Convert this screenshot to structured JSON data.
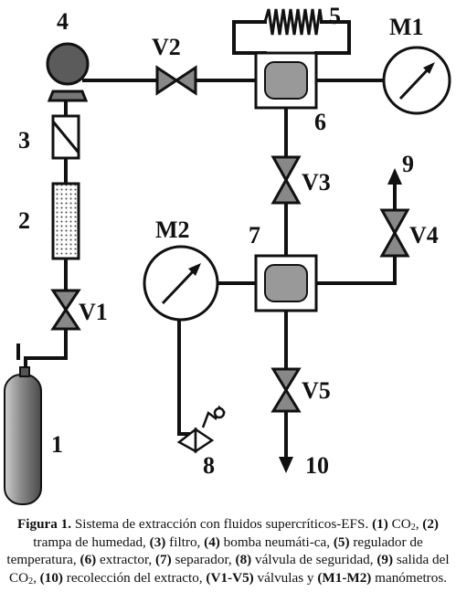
{
  "diagram": {
    "labels": {
      "n1": "1",
      "n2": "2",
      "n3": "3",
      "n4": "4",
      "n5": "5",
      "n6": "6",
      "n7": "7",
      "n8": "8",
      "n9": "9",
      "n10": "10",
      "v1": "V1",
      "v2": "V2",
      "v3": "V3",
      "v4": "V4",
      "v5": "V5",
      "m1": "M1",
      "m2": "M2"
    }
  },
  "caption": {
    "prefix": "Figura 1.",
    "text1": " Sistema de extracción con fluidos supercríticos-EFS.",
    "i1": "(1)",
    "t1a": " CO",
    "t1sub": "2",
    "t1b": ", ",
    "i2": "(2)",
    "t2": " trampa de humedad, ",
    "i3": "(3)",
    "t3": " filtro, ",
    "i4": "(4)",
    "t4": " bomba neumáti-ca, ",
    "i5": "(5)",
    "t5": " regulador de temperatura, ",
    "i6": "(6)",
    "t6": " extractor, ",
    "i7": "(7)",
    "t7": " separador,",
    "i8": "(8)",
    "t8": " válvula de seguridad, ",
    "i9": "(9)",
    "t9a": " salida del CO",
    "t9sub": "2",
    "t9b": ", ",
    "i10": "(10)",
    "t10": " recolección del extracto, ",
    "iv": "(V1-V5)",
    "tv": " válvulas y ",
    "im": "(M1-M2)",
    "tm": " manómetros."
  }
}
